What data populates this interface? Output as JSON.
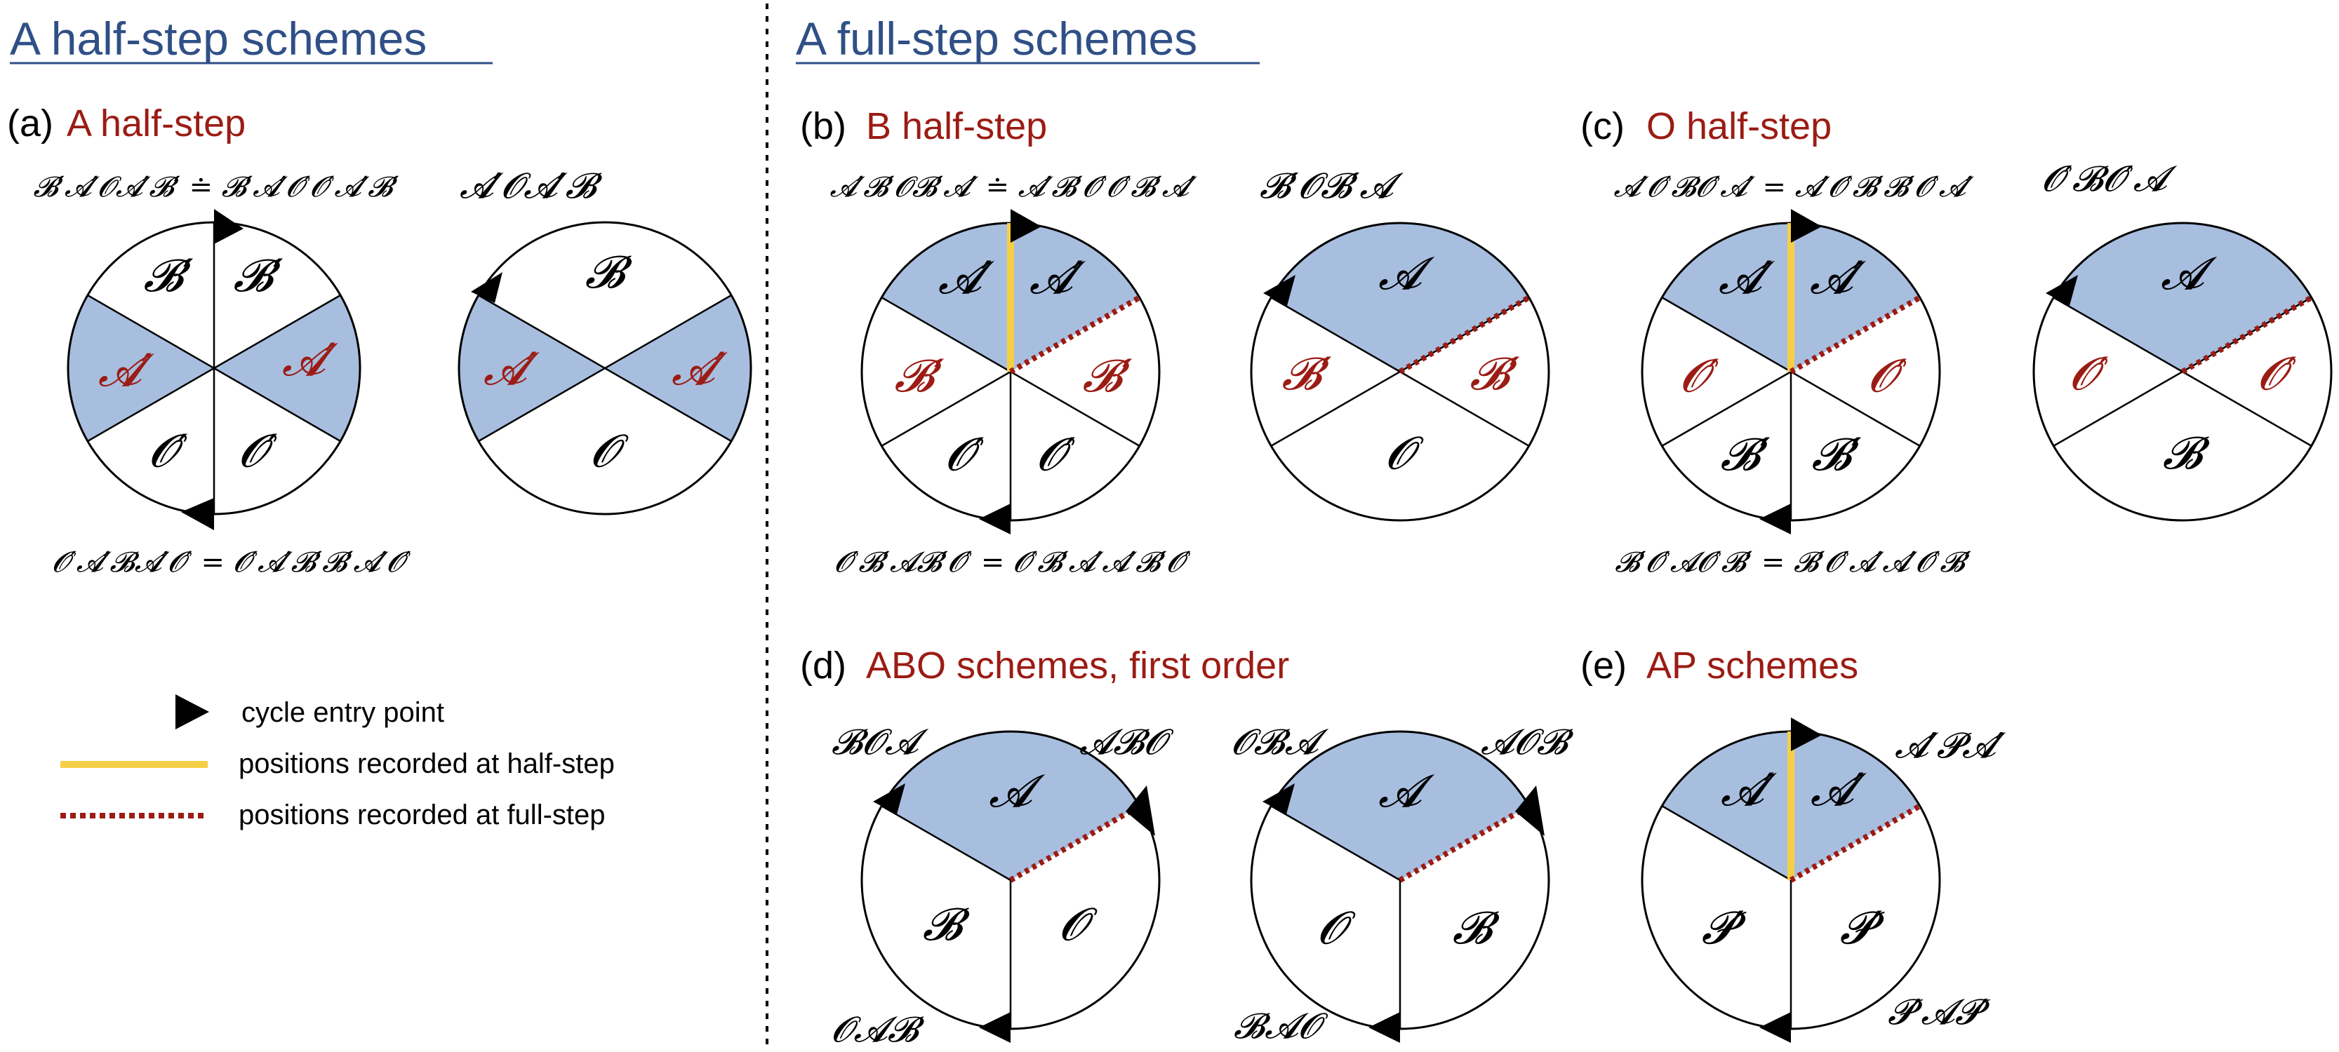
{
  "colors": {
    "accent_red": "#9b1c14",
    "title_blue": "#2f4f86",
    "fill_blue": "#a8bedf",
    "half_step_line": "#f5cf46",
    "full_step_line": "#9b1c14"
  },
  "section_titles": {
    "left": "A half-step schemes",
    "right": "A full-step schemes"
  },
  "panels": {
    "a": {
      "letter": "(a)",
      "name": "A half-step",
      "top_formula": "𝓑′𝓐′𝓞𝓐′𝓑′ ≐ 𝓑′𝓐′𝓞′𝓞′𝓐′𝓑′",
      "bottom_formula": "𝓞′𝓐′𝓑𝓐′𝓞′ = 𝓞′𝓐′𝓑′𝓑′𝓐′𝓞′",
      "left_circle": [
        "𝓑′",
        "𝓑′",
        "𝓐′",
        "𝓐′",
        "𝓞′",
        "𝓞′"
      ],
      "right_title": "𝓐′𝓞𝓐′𝓑",
      "right_circle": [
        "𝓑",
        "𝓐′",
        "𝓐′",
        "𝓞"
      ]
    },
    "b": {
      "letter": "(b)",
      "name": "B half-step",
      "top_formula": "𝓐′𝓑′𝓞𝓑′𝓐′ ≐ 𝓐′𝓑′𝓞′𝓞′𝓑′𝓐′",
      "bottom_formula": "𝓞′𝓑′𝓐𝓑′𝓞′ = 𝓞′𝓑′𝓐′𝓐′𝓑′𝓞′",
      "left_circle": [
        "𝓐′",
        "𝓐′",
        "𝓑′",
        "𝓑′",
        "𝓞′",
        "𝓞′"
      ],
      "right_title": "𝓑′𝓞𝓑′𝓐",
      "right_circle": [
        "𝓐",
        "𝓑′",
        "𝓑′",
        "𝓞"
      ]
    },
    "c": {
      "letter": "(c)",
      "name": "O half-step",
      "top_formula": "𝓐′𝓞′𝓑𝓞′𝓐′ = 𝓐′𝓞′𝓑′𝓑′𝓞′𝓐′",
      "bottom_formula": "𝓑′𝓞′𝓐𝓞′𝓑′ = 𝓑′𝓞′𝓐′𝓐′𝓞′𝓑′",
      "left_circle": [
        "𝓐′",
        "𝓐′",
        "𝓞′",
        "𝓞′",
        "𝓑′",
        "𝓑′"
      ],
      "right_title": "𝓞′𝓑𝓞′𝓐",
      "right_circle": [
        "𝓐",
        "𝓞′",
        "𝓞′",
        "𝓑"
      ]
    },
    "d": {
      "letter": "(d)",
      "name": "ABO schemes, first order",
      "left_circle": [
        "𝓐",
        "𝓑",
        "𝓞"
      ],
      "left_labels": {
        "top_left": "𝓑𝓞𝓐",
        "top_right": "𝓐𝓑𝓞",
        "bottom_left": "𝓞𝓐𝓑"
      },
      "right_circle": [
        "𝓐",
        "𝓞",
        "𝓑"
      ],
      "right_labels": {
        "top_left": "𝓞𝓑𝓐",
        "top_right": "𝓐𝓞𝓑",
        "bottom_left": "𝓑𝓐𝓞"
      }
    },
    "e": {
      "letter": "(e)",
      "name": "AP schemes",
      "circle": [
        "𝓐′",
        "𝓐′",
        "𝓟′",
        "𝓟′"
      ],
      "label_top_right": "𝓐′𝓟𝓐′",
      "label_bottom_right": "𝓟′𝓐𝓟′"
    }
  },
  "legend": {
    "entry": "cycle entry point",
    "half": "positions recorded at half-step",
    "full": "positions recorded at full-step"
  }
}
